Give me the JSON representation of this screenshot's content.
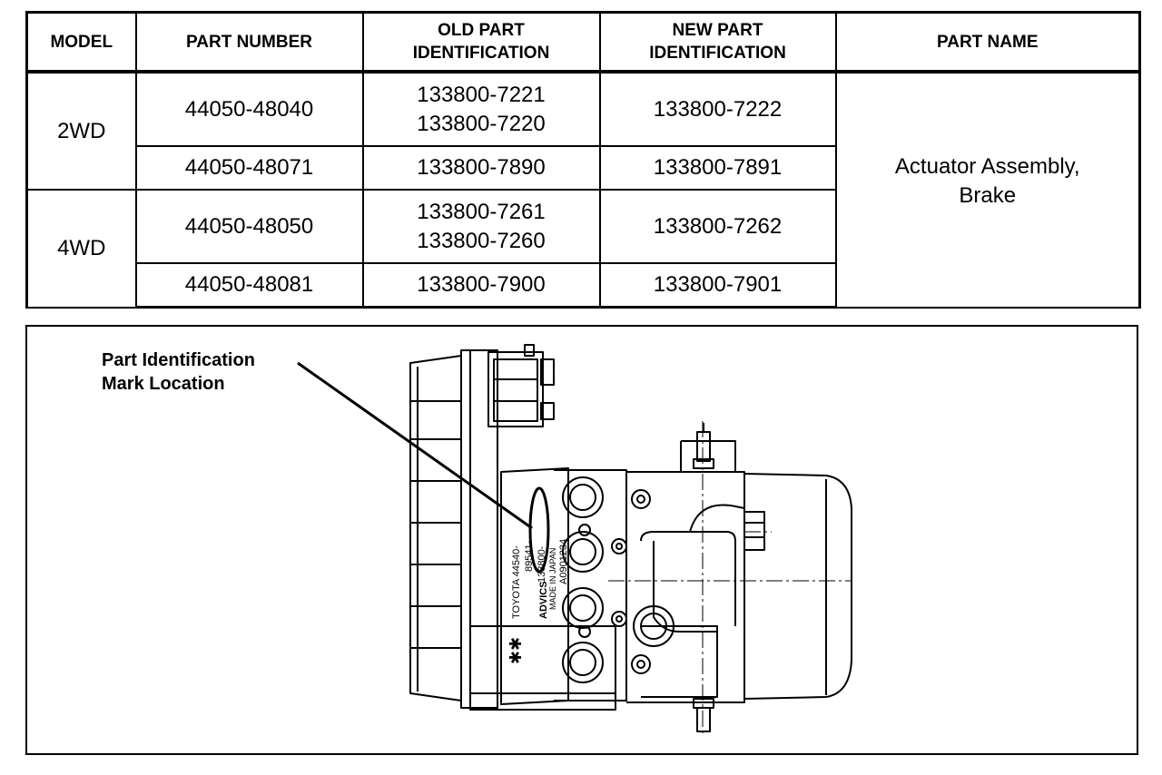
{
  "table": {
    "headers": {
      "model": "MODEL",
      "part_number": "PART NUMBER",
      "old_id": [
        "OLD PART",
        "IDENTIFICATION"
      ],
      "new_id": [
        "NEW PART",
        "IDENTIFICATION"
      ],
      "part_name": "PART NAME"
    },
    "groups": [
      {
        "model": "2WD",
        "rows": [
          {
            "part_number": "44050-48040",
            "old_id": [
              "133800-7221",
              "133800-7220"
            ],
            "new_id": "133800-7222"
          },
          {
            "part_number": "44050-48071",
            "old_id": [
              "133800-7890"
            ],
            "new_id": "133800-7891"
          }
        ]
      },
      {
        "model": "4WD",
        "rows": [
          {
            "part_number": "44050-48050",
            "old_id": [
              "133800-7261",
              "133800-7260"
            ],
            "new_id": "133800-7262"
          },
          {
            "part_number": "44050-48081",
            "old_id": [
              "133800-7900"
            ],
            "new_id": "133800-7901"
          }
        ]
      }
    ],
    "part_name": [
      "Actuator Assembly,",
      "Brake"
    ]
  },
  "figure": {
    "callout": [
      "Part Identification",
      "Mark Location"
    ],
    "label_lines": [
      "TOYOTA 44540-",
      "89541-",
      "133800-",
      "ADVICS",
      "MADE IN JAPAN",
      "A0901234"
    ],
    "label_mark": "✱✱"
  }
}
